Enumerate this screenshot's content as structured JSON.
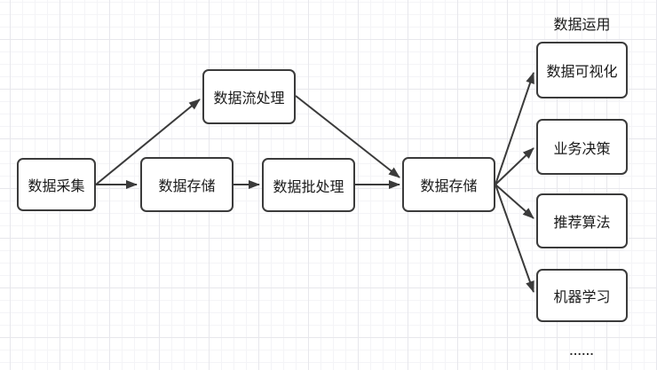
{
  "diagram": {
    "nodes": {
      "collect": {
        "label": "数据采集"
      },
      "storage1": {
        "label": "数据存储"
      },
      "stream": {
        "label": "数据流处理"
      },
      "batch": {
        "label": "数据批处理"
      },
      "storage2": {
        "label": "数据存储"
      },
      "visualization": {
        "label": "数据可视化"
      },
      "decision": {
        "label": "业务决策"
      },
      "recommendation": {
        "label": "推荐算法"
      },
      "ml": {
        "label": "机器学习"
      }
    },
    "labels": {
      "group_title": "数据运用",
      "ellipsis": "......"
    },
    "colors": {
      "node_border": "#3b3b3b",
      "node_fill": "#ffffff",
      "arrow": "#3b3b3b",
      "text": "#1a1a1a",
      "grid_minor": "#f4f4f7",
      "grid_major": "#e7e7ec",
      "background": "#ffffff"
    }
  }
}
